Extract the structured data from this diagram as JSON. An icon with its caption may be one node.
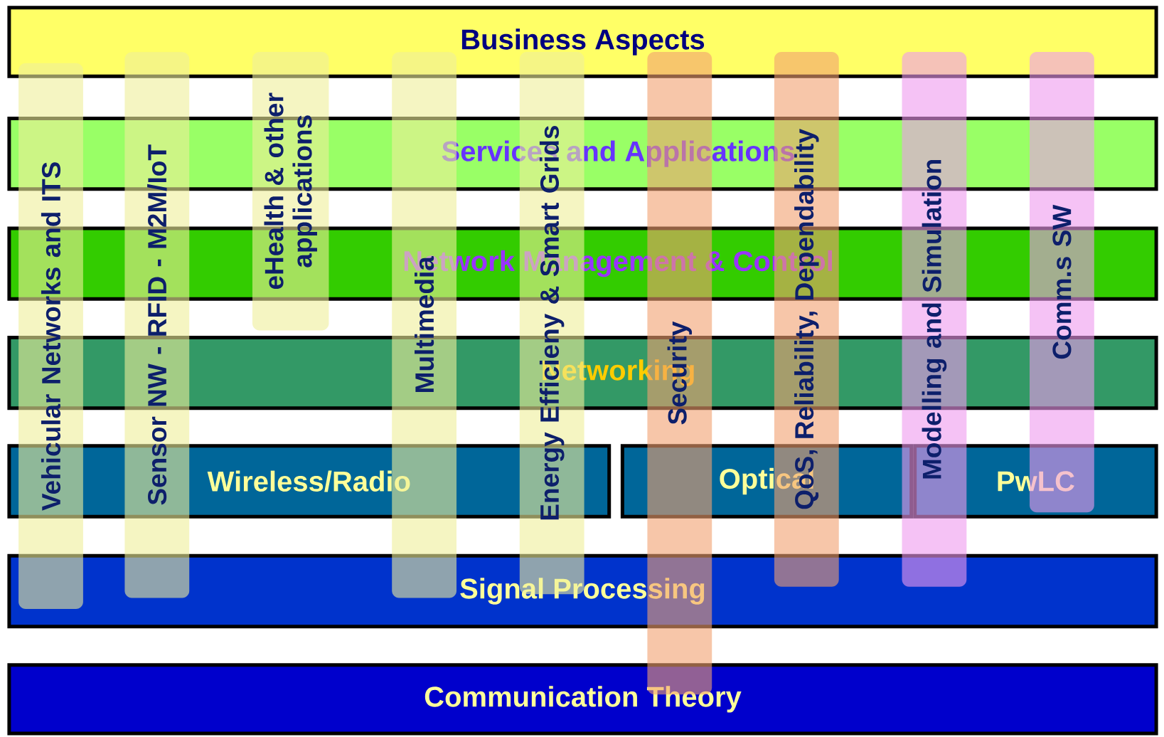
{
  "diagram": {
    "nodes": [
      {
        "text": [
          "Business Aspects"
        ]
      },
      {
        "text": [
          "Services and Applications"
        ]
      },
      {
        "text": [
          "Network Management & Control"
        ]
      },
      {
        "text": [
          "Networking"
        ]
      },
      {
        "text": [
          "Wireless/Radio"
        ]
      },
      {
        "text": [
          "Optical"
        ]
      },
      {
        "text": [
          "PwLC"
        ]
      },
      {
        "text": [
          "Signal Processing"
        ]
      },
      {
        "text": [
          "Communication Theory"
        ]
      },
      {
        "text": [
          "Vehicular Networks and ITS"
        ]
      },
      {
        "text": [
          "Sensor NW - RFID - M2M/IoT"
        ]
      },
      {
        "text": [
          "eHealth & other applications"
        ]
      },
      {
        "text": [
          "Multimedia"
        ]
      },
      {
        "text": [
          "Energy Efficieny & Smart Grids"
        ]
      },
      {
        "text": [
          "Security"
        ]
      },
      {
        "text": [
          "QoS, Reliability, Dependability"
        ]
      },
      {
        "text": [
          "Modelling and Simulation"
        ]
      },
      {
        "text": [
          "Comm.s SW"
        ]
      }
    ]
  }
}
